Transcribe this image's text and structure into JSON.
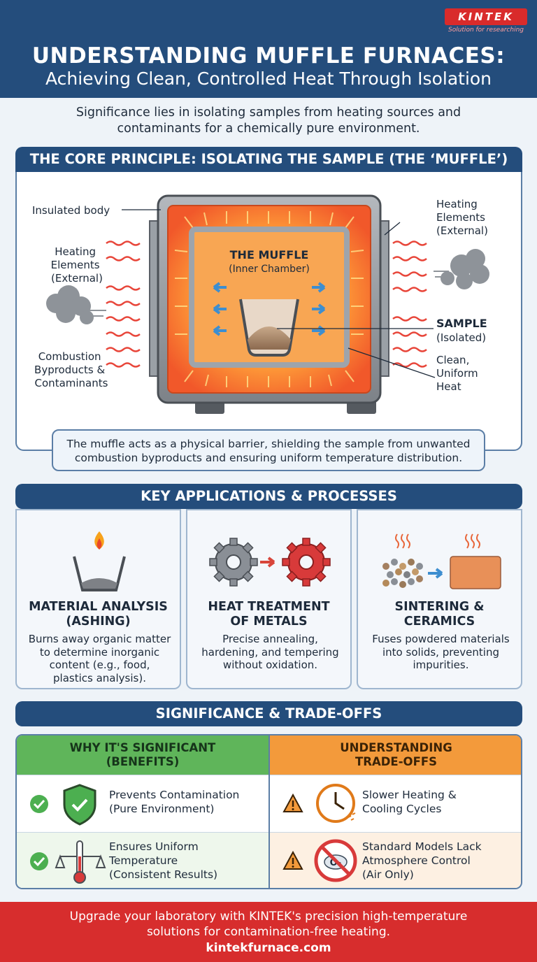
{
  "brand": {
    "logo": "KINTEK",
    "tagline": "Solution for researching"
  },
  "header": {
    "title": "UNDERSTANDING MUFFLE FURNACES:",
    "subtitle": "Achieving Clean, Controlled Heat Through Isolation"
  },
  "intro": {
    "line1": "Significance lies in isolating samples from heating sources and",
    "line2": "contaminants for a chemically pure environment."
  },
  "principle": {
    "heading": "THE CORE PRINCIPLE: ISOLATING THE SAMPLE (THE ‘MUFFLE’)",
    "labels": {
      "insulated_body": "Insulated body",
      "heating_left": [
        "Heating",
        "Elements",
        "(External)"
      ],
      "combustion": [
        "Combustion",
        "Byproducts &",
        "Contaminants"
      ],
      "heating_right": [
        "Heating",
        "Elements",
        "(External)"
      ],
      "muffle_title": "THE MUFFLE",
      "muffle_sub": "(Inner Chamber)",
      "sample_title": "SAMPLE",
      "sample_sub": "(Isolated)",
      "clean_heat": [
        "Clean,",
        "Uniform",
        "Heat"
      ]
    },
    "callout": {
      "line1": "The muffle acts as a physical barrier, shielding the sample from unwanted",
      "line2": "combustion byproducts and ensuring uniform temperature distribution."
    }
  },
  "applications": {
    "heading": "KEY APPLICATIONS & PROCESSES",
    "cards": [
      {
        "icon": "crucible-flame-icon",
        "title1": "MATERIAL ANALYSIS",
        "title2": "(ASHING)",
        "desc": [
          "Burns away organic matter",
          "to determine inorganic",
          "content (e.g., food,",
          "plastics analysis)."
        ]
      },
      {
        "icon": "gears-icon",
        "title1": "HEAT TREATMENT",
        "title2": "OF METALS",
        "desc": [
          "Precise annealing,",
          "hardening, and tempering",
          "without oxidation."
        ]
      },
      {
        "icon": "sintering-icon",
        "title1": "SINTERING &",
        "title2": "CERAMICS",
        "desc": [
          "Fuses powdered materials",
          "into solids, preventing",
          "impurities."
        ]
      }
    ]
  },
  "tradeoffs": {
    "heading": "SIGNIFICANCE & TRADE-OFFS",
    "benefits": {
      "title1": "WHY IT'S SIGNIFICANT",
      "title2": "(BENEFITS)",
      "rows": [
        {
          "icon": "shield-check-icon",
          "lines": [
            "Prevents Contamination",
            "(Pure Environment)"
          ]
        },
        {
          "icon": "thermometer-scale-icon",
          "lines": [
            "Ensures Uniform",
            "Temperature",
            "(Consistent Results)"
          ]
        }
      ]
    },
    "drawbacks": {
      "title1": "UNDERSTANDING",
      "title2": "TRADE-OFFS",
      "rows": [
        {
          "icon": "clock-icon",
          "lines": [
            "Slower Heating &",
            "Cooling Cycles"
          ]
        },
        {
          "icon": "no-oxygen-icon",
          "lines": [
            "Standard Models Lack",
            "Atmosphere Control",
            "(Air Only)"
          ],
          "badge": "O₂"
        }
      ]
    }
  },
  "footer": {
    "line1": "Upgrade your laboratory with KINTEK's precision high-temperature",
    "line2": "solutions for contamination-free heating.",
    "url": "kintekfurnace.com"
  },
  "colors": {
    "navy": "#244d7c",
    "green": "#5fb55a",
    "orange": "#f39a3b",
    "red": "#d72d2d",
    "heat": "#f26b2a"
  }
}
